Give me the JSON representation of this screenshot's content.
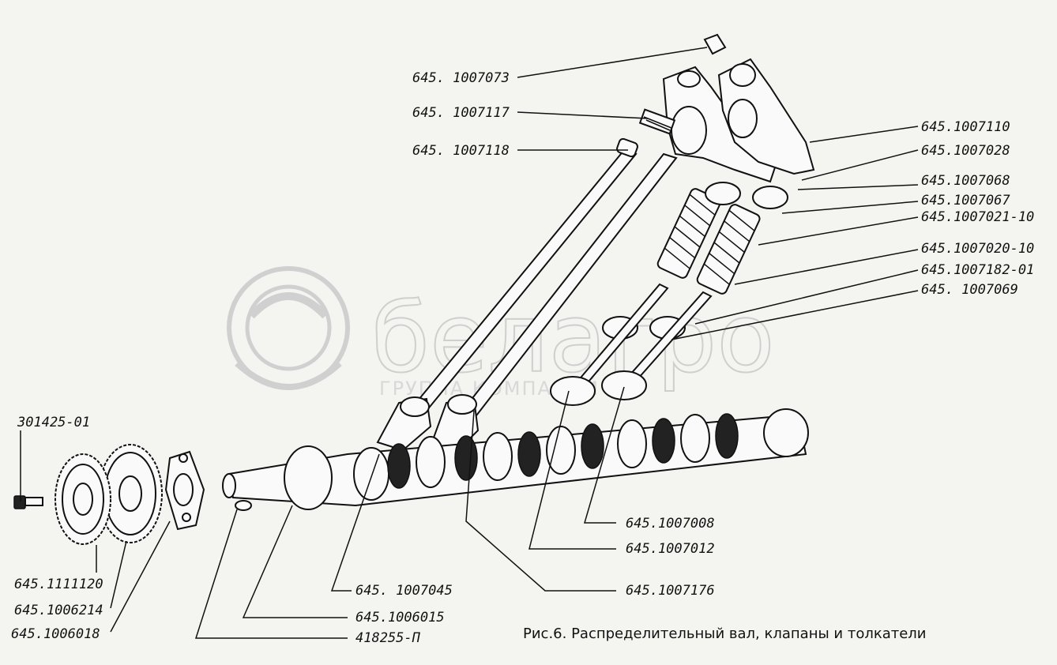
{
  "watermark": {
    "brand": "белагро",
    "tagline": "ГРУППА КОМПАНИЙ"
  },
  "caption": "Рис.6. Распределительный вал, клапаны и толкатели",
  "labels": {
    "l1": "645. 1007073",
    "l2": "645. 1007117",
    "l3": "645. 1007118",
    "l4": "645.1007110",
    "l5": "645.1007028",
    "l6": "645.1007068",
    "l7": "645.1007067",
    "l8": "645.1007021-10",
    "l9": "645.1007020-10",
    "l10": "645.1007182-01",
    "l11": "645. 1007069",
    "l12": "645.1007008",
    "l13": "645.1007012",
    "l14": "645.1007176",
    "l15": "645. 1007045",
    "l16": "645.1006015",
    "l17": "418255-П",
    "l18": "301425-01",
    "l19": "645.1111120",
    "l20": "645.1006214",
    "l21": "645.1006018"
  }
}
